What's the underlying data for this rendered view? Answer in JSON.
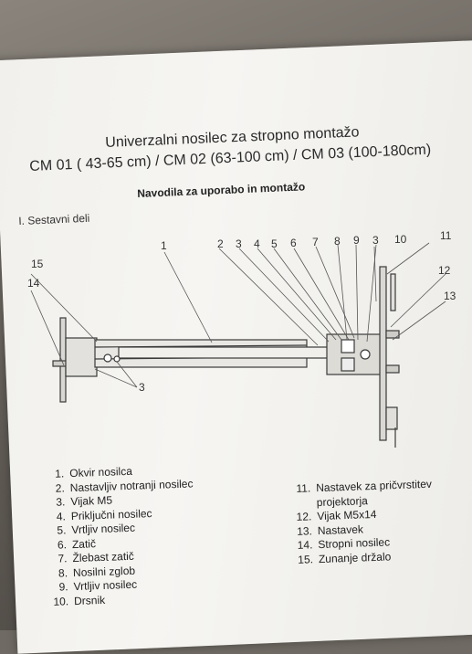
{
  "document": {
    "title_line1": "Univerzalni nosilec za stropno montažo",
    "title_line2": "CM 01 ( 43-65 cm) / CM 02 (63-100 cm) / CM 03 (100-180cm)",
    "subtitle": "Navodila za uporabo in montažo",
    "section": "I. Sestavni deli"
  },
  "callouts": {
    "c1": "1",
    "c2": "2",
    "c3": "3",
    "c4": "4",
    "c5": "5",
    "c6": "6",
    "c7": "7",
    "c8": "8",
    "c9": "9",
    "c3b": "3",
    "c10": "10",
    "c11": "11",
    "c12": "12",
    "c13": "13",
    "c14": "14",
    "c15": "15",
    "c3c": "3"
  },
  "parts_left": [
    {
      "num": "1.",
      "label": "Okvir nosilca"
    },
    {
      "num": "2.",
      "label": "Nastavljiv notranji nosilec"
    },
    {
      "num": "3.",
      "label": "Vijak M5"
    },
    {
      "num": "4.",
      "label": "Priključni nosilec"
    },
    {
      "num": "5.",
      "label": "Vrtljiv nosilec"
    },
    {
      "num": "6.",
      "label": "Zatič"
    },
    {
      "num": "7.",
      "label": "Žlebast zatič"
    },
    {
      "num": "8.",
      "label": "Nosilni zglob"
    },
    {
      "num": "9.",
      "label": "Vrtljiv nosilec"
    },
    {
      "num": "10.",
      "label": "Drsnik"
    }
  ],
  "parts_right": [
    {
      "num": "11.",
      "label": "Nastavek za pričvrstitev",
      "cont": "projektorja"
    },
    {
      "num": "12.",
      "label": "Vijak M5x14"
    },
    {
      "num": "13.",
      "label": "Nastavek"
    },
    {
      "num": "14.",
      "label": "Stropni nosilec"
    },
    {
      "num": "15.",
      "label": "Zunanje držalo"
    }
  ]
}
